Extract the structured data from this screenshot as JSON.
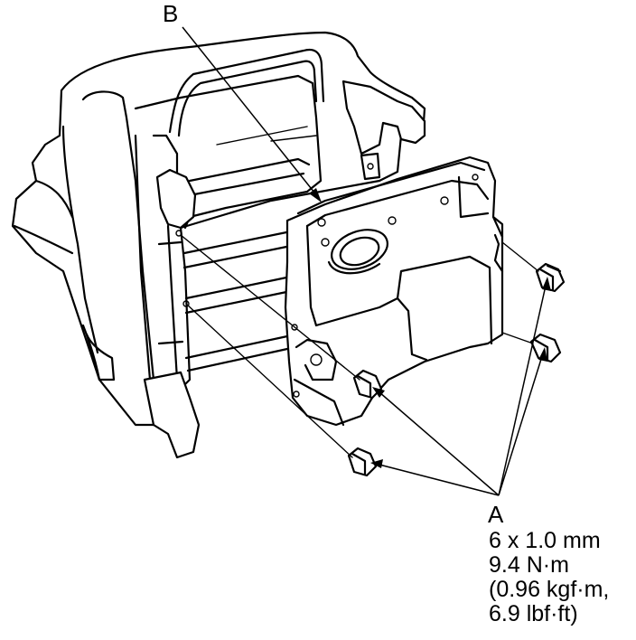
{
  "callouts": {
    "b": {
      "letter": "B"
    },
    "a": {
      "letter": "A"
    }
  },
  "spec": {
    "bolt_size": "6 x 1.0 mm",
    "torque_nm": "9.4 N·m",
    "torque_kgfm": "(0.96 kgf·m,",
    "torque_lbfft": "6.9 lbf·ft)"
  },
  "colors": {
    "line": "#000000",
    "background": "#ffffff"
  }
}
